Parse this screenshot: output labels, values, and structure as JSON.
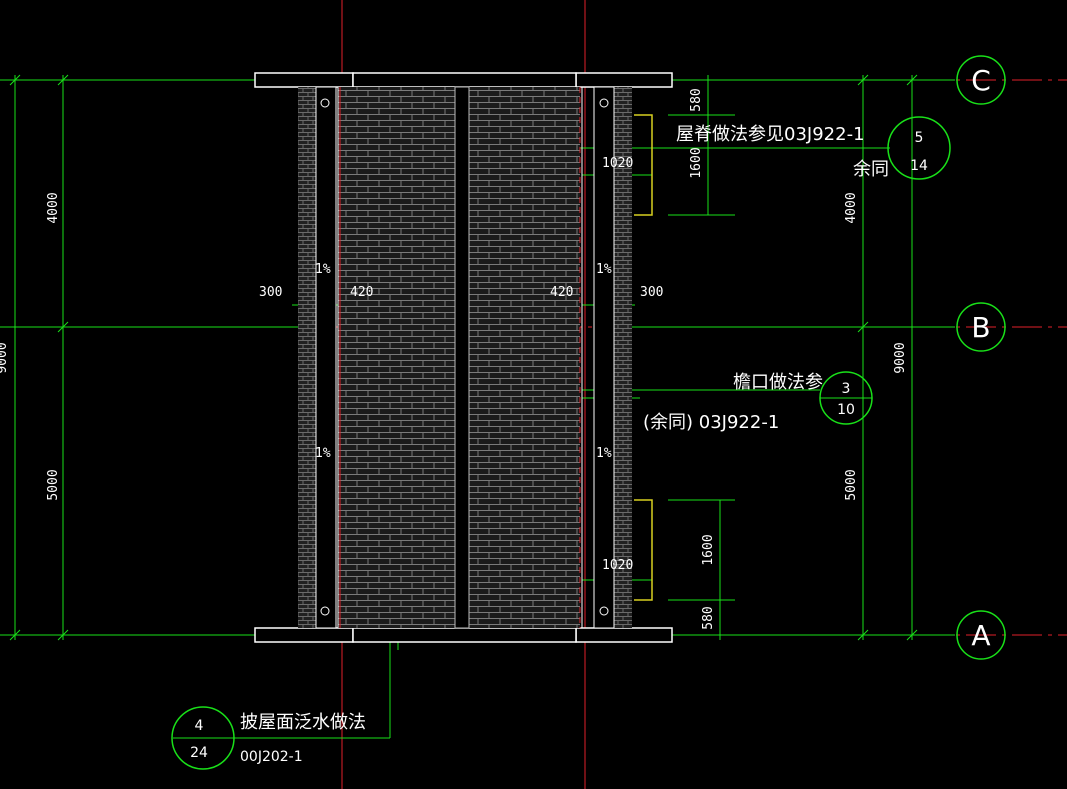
{
  "axes": {
    "C": "C",
    "B": "B",
    "A": "A"
  },
  "dims": {
    "left_4000": "4000",
    "left_5000": "5000",
    "left_total": "9000",
    "right_4000": "4000",
    "right_5000": "5000",
    "right_total": "9000",
    "top_580": "580",
    "top_1600": "1600",
    "top_1020": "1020",
    "bot_580": "580",
    "bot_1600": "1600",
    "bot_1020": "1020",
    "w300_left": "300",
    "w420_left": "420",
    "w420_right": "420",
    "w300_right": "300"
  },
  "slopes": {
    "s1": "1%",
    "s2": "1%",
    "s3": "1%",
    "s4": "1%"
  },
  "notes": {
    "ridge": "屋脊做法参见03J922-1",
    "ridge_same": "余同",
    "ridge_ref_top": "5",
    "ridge_ref_bot": "14",
    "eave": "檐口做法参",
    "eave_same": "(余同) 03J922-1",
    "eave_ref_top": "3",
    "eave_ref_bot": "10",
    "flash": "披屋面泛水做法",
    "flash_code": "00J202-1",
    "flash_ref_top": "4",
    "flash_ref_bot": "24"
  }
}
